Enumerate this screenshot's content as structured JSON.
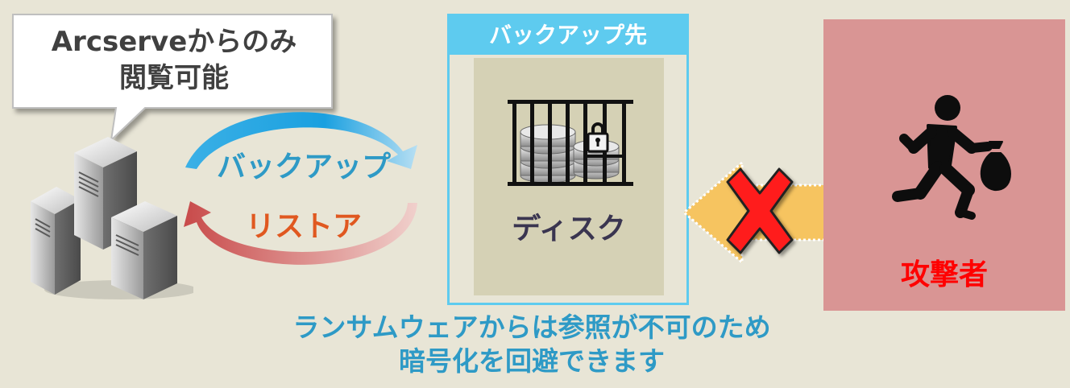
{
  "bubble": {
    "line1": "Arcserveからのみ",
    "line2": "閲覧可能"
  },
  "arrows": {
    "backup_label": "バックアップ",
    "restore_label": "リストア"
  },
  "destination": {
    "header": "バックアップ先",
    "disk_label": "ディスク"
  },
  "attacker": {
    "label": "攻撃者"
  },
  "caption": {
    "line1": "ランサムウェアからは参照が不可のため",
    "line2": "暗号化を回避できます"
  },
  "colors": {
    "background": "#e8e5d6",
    "accent_blue": "#2e9ac6",
    "box_border": "#5ecbef",
    "restore_orange": "#e05820",
    "attacker_bg": "#d99594",
    "attacker_text": "#ff0000",
    "blocked_arrow": "#f6c460",
    "cross": "#ff0000"
  },
  "icons": [
    "server-stack-icon",
    "caged-disk-icon",
    "running-thief-icon",
    "blocked-cross-icon"
  ]
}
